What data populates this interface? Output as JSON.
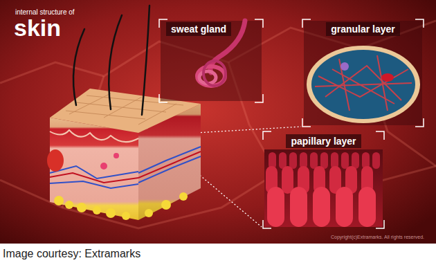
{
  "diagram": {
    "title": "skin",
    "caption": "Image courtesy: Extramarks",
    "nodes": [
      {
        "text": [
          "sweat gland"
        ]
      },
      {
        "text": [
          "granular layer"
        ]
      },
      {
        "text": [
          "papillary layer"
        ]
      }
    ],
    "labels": [
      "internal structure of",
      "Copyright(c)Extramarks. All rights reserved."
    ]
  }
}
